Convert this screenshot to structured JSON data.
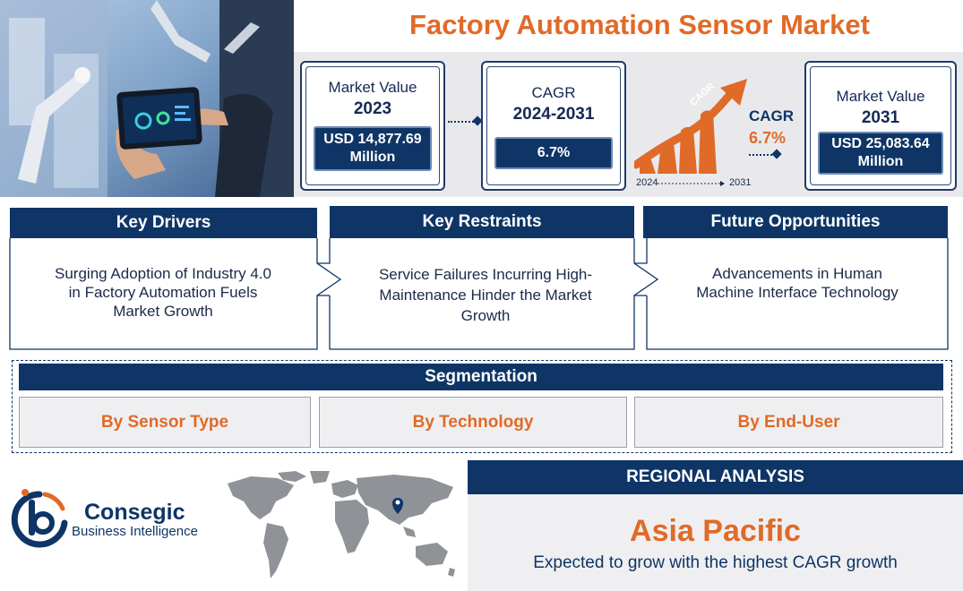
{
  "title": "Factory Automation Sensor Market",
  "colors": {
    "navy": "#0e3566",
    "orange": "#e06a28",
    "band": "#e9e9ec"
  },
  "metrics": {
    "market_2023": {
      "label_line1": "Market Value",
      "label_line2": "2023",
      "value_line1": "USD 14,877.69",
      "value_line2": "Million"
    },
    "cagr": {
      "label_line1": "CAGR",
      "label_line2": "2024-2031",
      "value": "6.7%"
    },
    "market_2031": {
      "label_line1": "Market Value",
      "label_line2": "2031",
      "value_line1": "USD 25,083.64",
      "value_line2": "Million"
    },
    "chart_graphic": {
      "arrow_text": "CAGR",
      "side_label": "CAGR",
      "side_value": "6.7%",
      "year_start": "2024",
      "year_end": "2031",
      "icon": "growth-bars-arrow-icon"
    }
  },
  "panels": {
    "drivers": {
      "heading": "Key Drivers",
      "body_line1": "Surging Adoption of Industry 4.0",
      "body_line2": "in Factory Automation Fuels",
      "body_line3": "Market Growth"
    },
    "restraints": {
      "heading": "Key Restraints",
      "body_line1": "Service Failures Incurring High-",
      "body_line2": "Maintenance Hinder the Market",
      "body_line3": "Growth"
    },
    "opportunities": {
      "heading": "Future Opportunities",
      "body_line1": "Advancements in Human",
      "body_line2": "Machine Interface Technology"
    }
  },
  "segmentation": {
    "heading": "Segmentation",
    "items": [
      "By Sensor Type",
      "By Technology",
      "By End-User"
    ]
  },
  "regional": {
    "heading": "REGIONAL ANALYSIS",
    "region": "Asia Pacific",
    "description": "Expected to grow with the highest CAGR growth",
    "map_icon": "world-map-icon",
    "pin_icon": "location-pin-icon"
  },
  "logo": {
    "name": "Consegic",
    "sub": "Business Intelligence",
    "icon": "consegic-logo-icon"
  },
  "hero_image": {
    "subject": "factory-tablet-robot-arms-photo"
  }
}
